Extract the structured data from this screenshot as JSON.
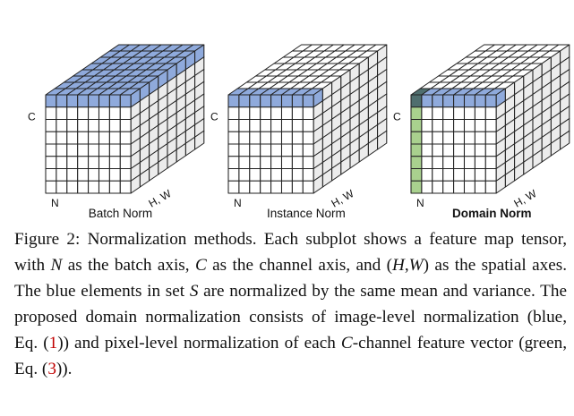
{
  "figure": {
    "panels": [
      {
        "label": "Batch Norm",
        "bold": false,
        "mode": "batch",
        "axis_c": "C",
        "axis_n": "N",
        "axis_hw": "H, W"
      },
      {
        "label": "Instance Norm",
        "bold": false,
        "mode": "instance",
        "axis_c": "C",
        "axis_n": "N",
        "axis_hw": "H, W"
      },
      {
        "label": "Domain Norm",
        "bold": true,
        "mode": "domain",
        "axis_c": "C",
        "axis_n": "N",
        "axis_hw": "H, W"
      }
    ],
    "colors": {
      "blue": "#8faadc",
      "green": "#a9d18e",
      "dark": "#4f6e6e",
      "white_front": "#ffffff",
      "gray_side": "#ececec",
      "top_white": "#ffffff",
      "edge": "#222222"
    }
  },
  "caption": {
    "figure_label": "Figure 2:",
    "s1": "Normalization methods. Each subplot shows a feature map tensor, with ",
    "N": "N",
    "s2": " as the batch axis, ",
    "C": "C",
    "s3": " as the channel axis, and (",
    "H": "H",
    "comma": ",",
    "W": "W",
    "s4": ") as the spatial axes. The blue elements in set ",
    "S": "S",
    "s5": " are normalized by the same mean and variance. The proposed domain normalization consists of image-level normalization (blue, Eq. (",
    "ref1": "1",
    "s6": ")) and pixel-level normalization of each ",
    "C2": "C",
    "s7": "-channel feature vector (green, Eq. (",
    "ref3": "3",
    "s8": "))."
  }
}
